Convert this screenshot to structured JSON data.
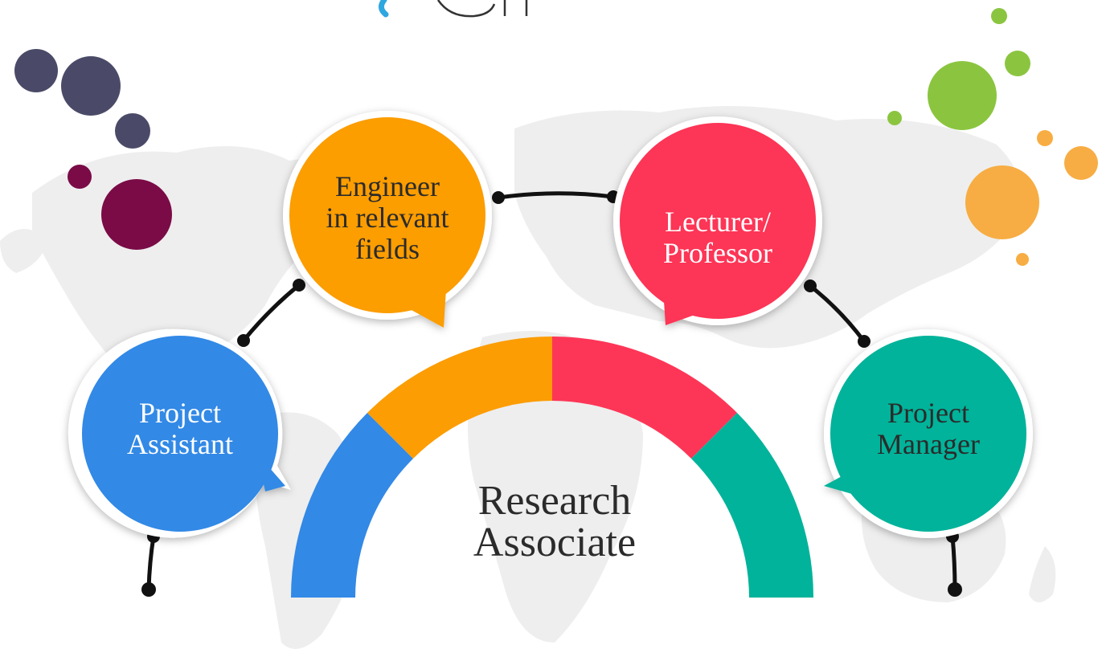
{
  "colors": {
    "blue": "#3289e6",
    "orange": "#fc9d04",
    "red": "#fd3657",
    "teal": "#00b39a",
    "dark_slate": "#4a4a68",
    "maroon": "#7a0b47",
    "green": "#8bc540",
    "light_orange": "#f7ad43",
    "map_gray": "#eeeeee",
    "connector": "#111111",
    "heading_blue": "#2ea7e0"
  },
  "nodes": {
    "project_assistant": {
      "label": "Project\nAssistant",
      "color": "blue"
    },
    "engineer": {
      "label": "Engineer\nin relevant\nfields",
      "color": "orange"
    },
    "lecturer": {
      "label": "Lecturer/\nProfessor",
      "color": "red"
    },
    "project_manager": {
      "label": "Project\nManager",
      "color": "teal"
    }
  },
  "center": {
    "label": "Research\nAssociate"
  },
  "arc_segments": [
    "blue",
    "orange",
    "red",
    "teal"
  ],
  "decor_icons": [
    "dot-cluster-left",
    "dot-cluster-right",
    "world-map-background"
  ]
}
